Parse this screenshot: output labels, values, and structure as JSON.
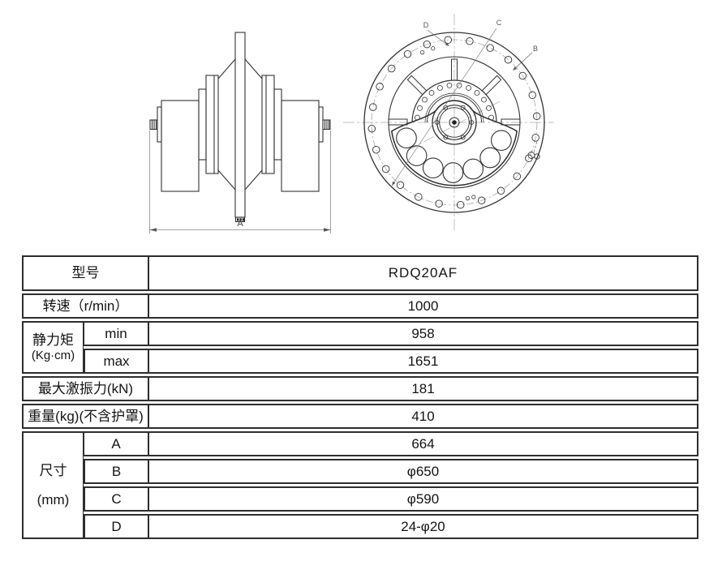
{
  "drawings": {
    "side_view": {
      "dimension_label": "A"
    },
    "front_view": {
      "label_d": "D",
      "label_c": "C",
      "label_b": "B"
    }
  },
  "table": {
    "model_label": "型号",
    "model_value": "RDQ20AF",
    "speed_label": "转速（r/min）",
    "speed_value": "1000",
    "static_moment": {
      "label_line1": "静力矩",
      "label_line2": "(Kg·cm)",
      "min_label": "min",
      "min_value": "958",
      "max_label": "max",
      "max_value": "1651"
    },
    "max_force_label": "最大激振力(kN)",
    "max_force_value": "181",
    "weight_label": "重量(kg)(不含护罩)",
    "weight_value": "410",
    "dimensions": {
      "label_line1": "尺寸",
      "label_line2": "(mm)",
      "rows": [
        {
          "key": "A",
          "value": "664"
        },
        {
          "key": "B",
          "value": "φ650"
        },
        {
          "key": "C",
          "value": "φ590"
        },
        {
          "key": "D",
          "value": "24-φ20"
        }
      ]
    },
    "colors": {
      "label_bg": "#d3e8f4",
      "model_bg": "#f0a4a4",
      "dim_key_bg": "#fcf2d2",
      "border": "#2e2e2e"
    }
  }
}
